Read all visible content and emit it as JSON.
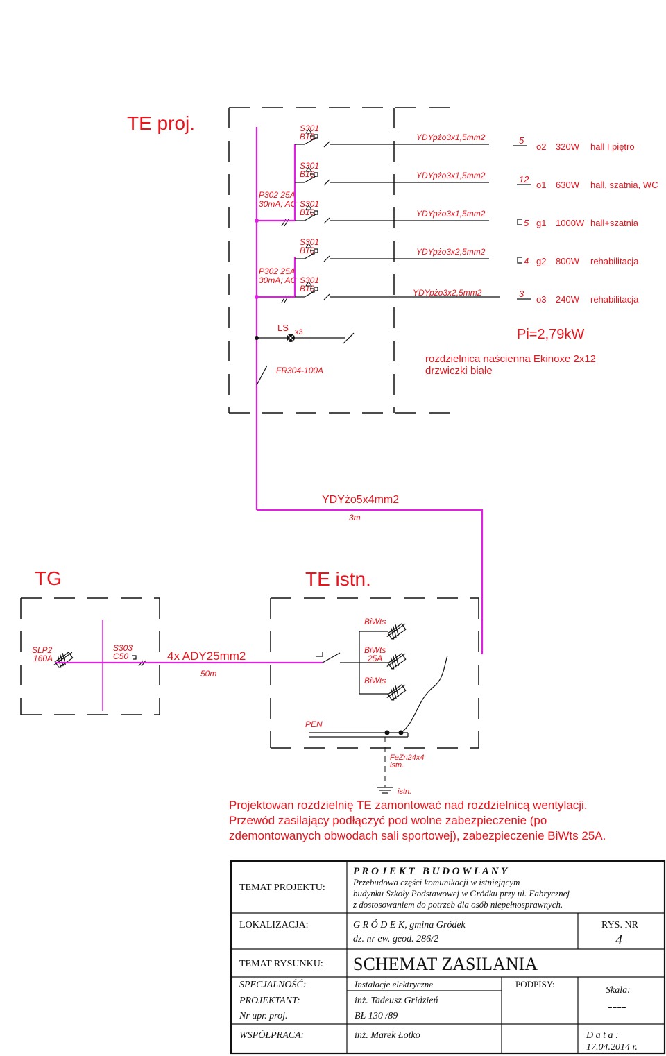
{
  "headers": {
    "te_proj": "TE proj.",
    "tg": "TG",
    "te_istn": "TE istn."
  },
  "te_proj_panel": {
    "rcd_1": [
      "P302 25A",
      "30mA; AC"
    ],
    "rcd_2": [
      "P302 25A",
      "30mA; AC"
    ],
    "circuits": [
      {
        "breaker": [
          "S301",
          "B10"
        ],
        "cable": "YDYpżo3x1,5mm2",
        "length": "5",
        "id": "o2",
        "power": "320W",
        "desc": "hall I piętro"
      },
      {
        "breaker": [
          "S301",
          "B10"
        ],
        "cable": "YDYpżo3x1,5mm2",
        "length": "12",
        "id": "o1",
        "power": "630W",
        "desc": "hall, szatnia, WC"
      },
      {
        "breaker": [
          "S301",
          "B10"
        ],
        "cable": "YDYpżo3x1,5mm2",
        "length": "5",
        "id": "g1",
        "power": "1000W",
        "desc": "hall+szatnia"
      },
      {
        "breaker": [
          "S301",
          "B10"
        ],
        "cable": "YDYpżo3x2,5mm2",
        "length": "4",
        "id": "g2",
        "power": "800W",
        "desc": "rehabilitacja"
      },
      {
        "breaker": [
          "S301",
          "B10"
        ],
        "cable": "YDYpżo3x2,5mm2",
        "length": "3",
        "id": "o3",
        "power": "240W",
        "desc": "rehabilitacja"
      }
    ],
    "lamp_label": "LS",
    "lamp_count": "x3",
    "main_switch": "FR304-100A",
    "pi": "Pi=2,79kW",
    "enclosure": [
      "rozdzielnica naścienna Ekinoxe 2x12",
      "drzwiczki białe"
    ]
  },
  "feeder": {
    "cable": "YDYżo5x4mm2",
    "length": "3m"
  },
  "tg_panel": {
    "slp": [
      "SLP2",
      "160A"
    ],
    "breaker": [
      "S303",
      "C50"
    ]
  },
  "link": {
    "cable": "4x ADY25mm2",
    "length": "50m"
  },
  "te_istn_panel": {
    "fuse_1": "BiWts",
    "fuse_2": [
      "BiWts",
      "25A"
    ],
    "fuse_3": "BiWts",
    "pen": "PEN",
    "earth_strip": [
      "FeZn24x4",
      "istn."
    ],
    "earth": "istn."
  },
  "note": [
    "Projektowan rozdzielnię TE zamontować nad rozdzielnicą wentylacji.",
    "Przewód zasilający podłączyć pod  wolne zabezpieczenie (po",
    "zdemontowanych obwodach sali sportowej), zabezpieczenie BiWts 25A."
  ],
  "title_block": {
    "temat_projektu_label": "TEMAT PROJEKTU:",
    "project_type": "P R O J E K T   B U D O W L A N Y",
    "project_desc": [
      "Przebudowa części komunikacji w istniejącym",
      "budynku Szkoły Podstawowej w Gródku przy ul. Fabrycznej",
      "z dostosowaniem do potrzeb dla osób niepełnosprawnych."
    ],
    "lokalizacja_label": "LOKALIZACJA:",
    "lokalizacja": "G R Ó D E K, gmina Gródek",
    "dz": "dz. nr ew. geod. 286/2",
    "rys_label": "RYS. NR",
    "rys_nr": "4",
    "temat_rysunku_label": "TEMAT RYSUNKU:",
    "temat_rysunku": "SCHEMAT ZASILANIA",
    "specjalnosc_label": "SPECJALNOŚĆ:",
    "specjalnosc": "Instalacje elektryczne",
    "podpisy_label": "PODPISY:",
    "skala_label": "Skala:",
    "skala": "----",
    "projektant_label": "PROJEKTANT:",
    "projektant": "inż. Tadeusz Gridzień",
    "nr_upr_label": "Nr upr. proj.",
    "nr_upr": "BŁ 130 /89",
    "wspolpraca_label": "WSPÓŁPRACA:",
    "wspolpraca": "inż. Marek Łotko",
    "data_label": "D a t a :",
    "data": "17.04.2014 r."
  }
}
